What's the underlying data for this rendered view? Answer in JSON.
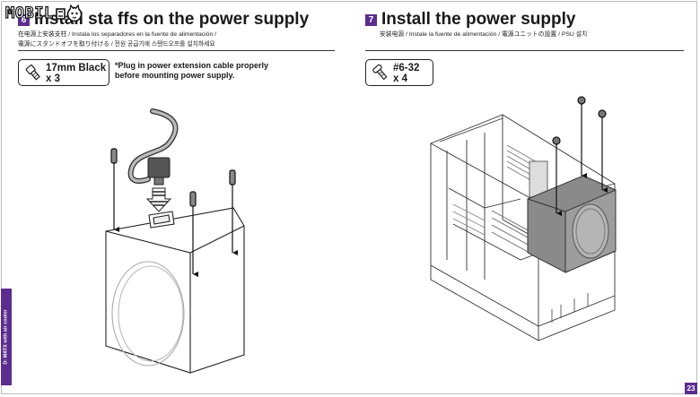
{
  "watermark": {
    "text": "MOBIL",
    "accent_color": "#111111"
  },
  "brand_color": "#5b2d8e",
  "steps": [
    {
      "number": "6",
      "title": "Install standoffs on the power supply",
      "title_visible": "Install sta   ffs on the power supply",
      "translations": [
        "在电源上安装支柱 / Instala los separadores en la fuente de alimentación /",
        "電源にスタンドオフを取り付ける / 전원 공급기에 스탠드오프를 설치하세요"
      ],
      "part": {
        "label_line1": "17mm Black",
        "label_line2": "x 3",
        "icon": "standoff-icon"
      },
      "note": "*Plug in power extension cable properly before mounting power supply."
    },
    {
      "number": "7",
      "title": "Install the power supply",
      "translations": [
        "安装电源 / Instale la fuente de alimentación / 電源ユニットの設置 / PSU 설치"
      ],
      "part": {
        "label_line1": "#6-32",
        "label_line2": "x 4",
        "icon": "screw-icon"
      }
    }
  ],
  "side_tab": {
    "text": "D: MATX with air cooler"
  },
  "page_number": "23"
}
